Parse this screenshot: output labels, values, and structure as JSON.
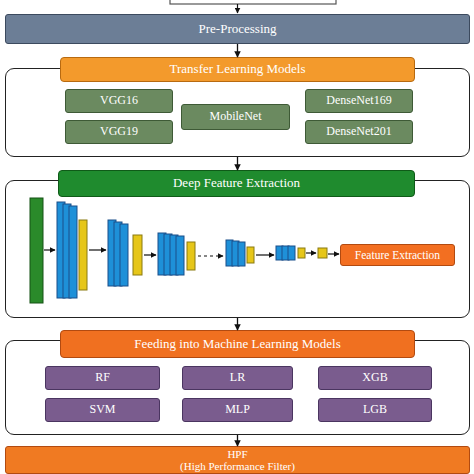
{
  "diagram": {
    "nodes": [
      {
        "text": [
          "Pre-Processing"
        ]
      },
      {
        "text": [
          "Transfer Learning Models"
        ]
      },
      {
        "text": [
          "VGG16"
        ],
        "in": 1
      },
      {
        "text": [
          "VGG19"
        ],
        "in": 1
      },
      {
        "text": [
          "MobileNet"
        ],
        "in": 1
      },
      {
        "text": [
          "DenseNet169"
        ],
        "in": 1
      },
      {
        "text": [
          "DenseNet201"
        ],
        "in": 1
      },
      {
        "text": [
          "Deep Feature Extraction"
        ]
      },
      {
        "text": [
          "Feature Extraction"
        ],
        "in": 7
      },
      {
        "text": [
          "Feeding into Machine Learning Models"
        ]
      },
      {
        "text": [
          "RF"
        ],
        "in": 9
      },
      {
        "text": [
          "LR"
        ],
        "in": 9
      },
      {
        "text": [
          "XGB"
        ],
        "in": 9
      },
      {
        "text": [
          "SVM"
        ],
        "in": 9
      },
      {
        "text": [
          "MLP"
        ],
        "in": 9
      },
      {
        "text": [
          "LGB"
        ],
        "in": 9
      },
      {
        "text": [
          "HPF",
          "(High Performance Filter)"
        ]
      }
    ],
    "edges": [
      {
        "from": 0,
        "to": 1,
        "arrow": "to"
      },
      {
        "from": 1,
        "to": 7,
        "arrow": "to"
      },
      {
        "from": 7,
        "to": 9,
        "arrow": "to"
      },
      {
        "from": 9,
        "to": 16,
        "arrow": "to"
      }
    ]
  }
}
